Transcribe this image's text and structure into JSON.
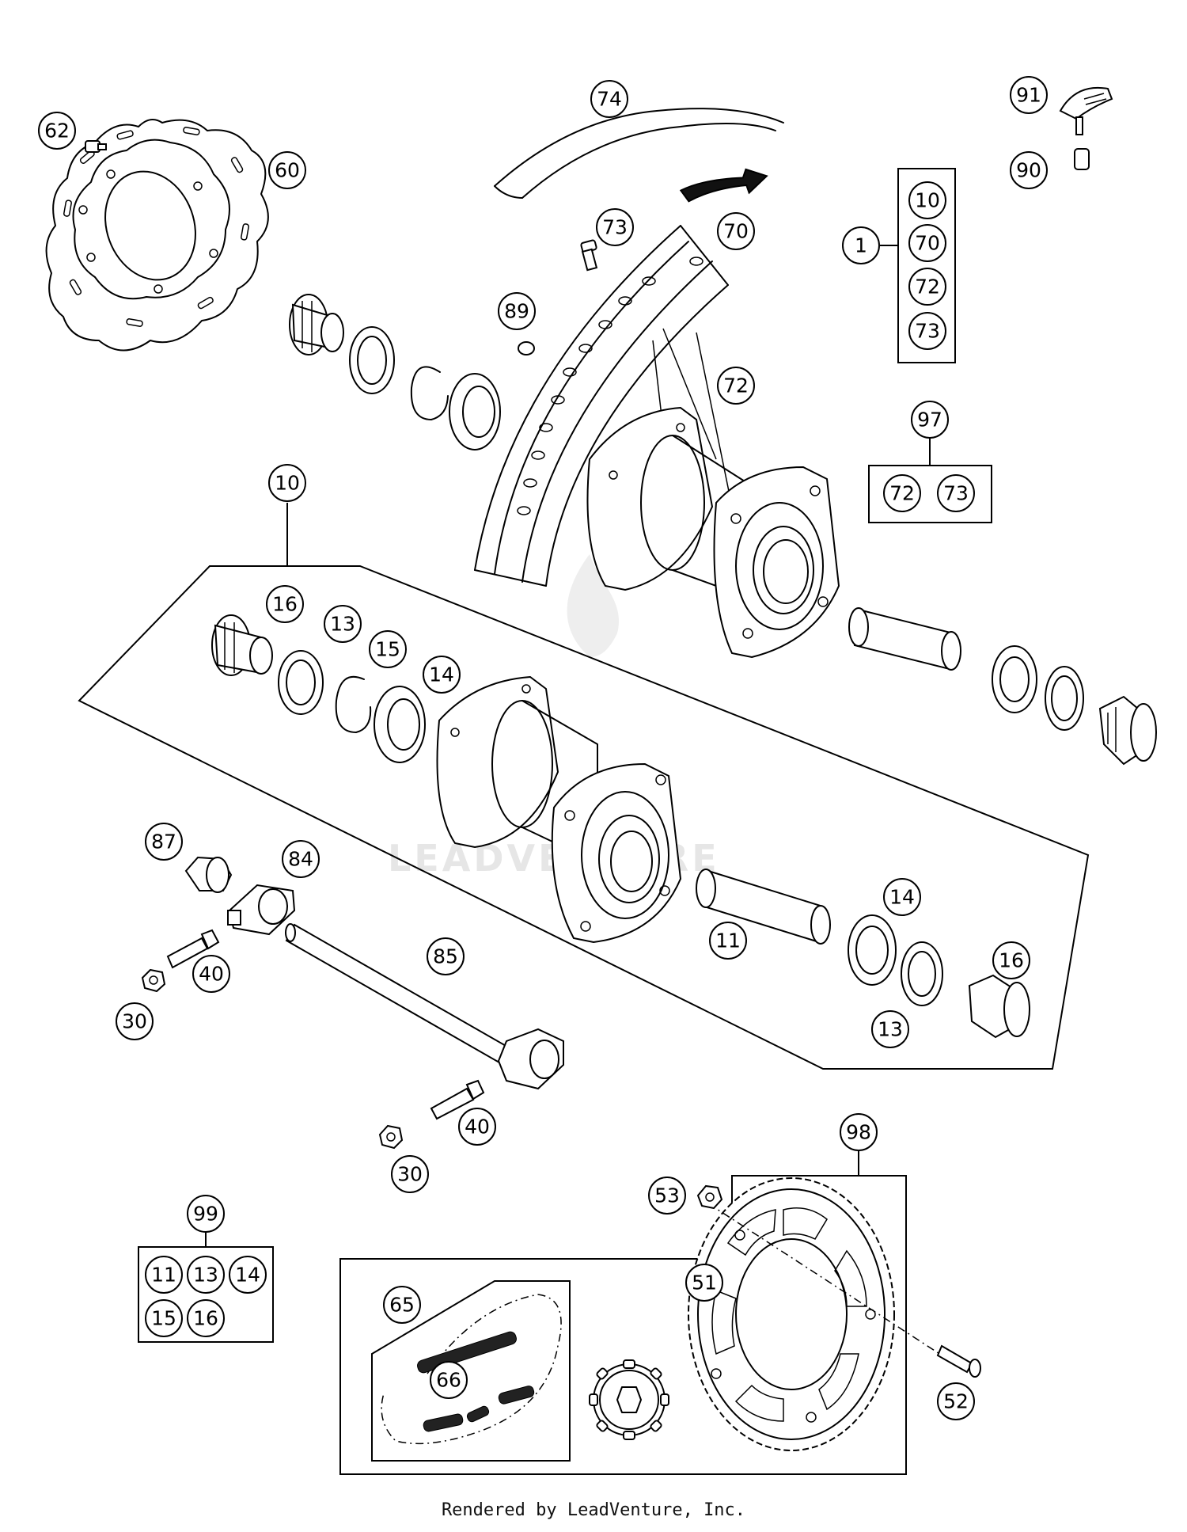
{
  "diagram": {
    "callouts": [
      {
        "id": "c62",
        "label": "62"
      },
      {
        "id": "c60",
        "label": "60"
      },
      {
        "id": "c74",
        "label": "74"
      },
      {
        "id": "c91",
        "label": "91"
      },
      {
        "id": "c90",
        "label": "90"
      },
      {
        "id": "c73a",
        "label": "73"
      },
      {
        "id": "c70a",
        "label": "70"
      },
      {
        "id": "c89",
        "label": "89"
      },
      {
        "id": "c72a",
        "label": "72"
      },
      {
        "id": "c1",
        "label": "1"
      },
      {
        "id": "c10k",
        "label": "10"
      },
      {
        "id": "c70k",
        "label": "70"
      },
      {
        "id": "c72k",
        "label": "72"
      },
      {
        "id": "c73k",
        "label": "73"
      },
      {
        "id": "c97",
        "label": "97"
      },
      {
        "id": "c72s",
        "label": "72"
      },
      {
        "id": "c73s",
        "label": "73"
      },
      {
        "id": "c10",
        "label": "10"
      },
      {
        "id": "c16a",
        "label": "16"
      },
      {
        "id": "c13a",
        "label": "13"
      },
      {
        "id": "c15",
        "label": "15"
      },
      {
        "id": "c14a",
        "label": "14"
      },
      {
        "id": "c87",
        "label": "87"
      },
      {
        "id": "c84",
        "label": "84"
      },
      {
        "id": "c40a",
        "label": "40"
      },
      {
        "id": "c30a",
        "label": "30"
      },
      {
        "id": "c85",
        "label": "85"
      },
      {
        "id": "c11",
        "label": "11"
      },
      {
        "id": "c14b",
        "label": "14"
      },
      {
        "id": "c16b",
        "label": "16"
      },
      {
        "id": "c13b",
        "label": "13"
      },
      {
        "id": "c40b",
        "label": "40"
      },
      {
        "id": "c30b",
        "label": "30"
      },
      {
        "id": "c98",
        "label": "98"
      },
      {
        "id": "c53",
        "label": "53"
      },
      {
        "id": "c99",
        "label": "99"
      },
      {
        "id": "c11k",
        "label": "11"
      },
      {
        "id": "c13k",
        "label": "13"
      },
      {
        "id": "c14k",
        "label": "14"
      },
      {
        "id": "c15k",
        "label": "15"
      },
      {
        "id": "c16k",
        "label": "16"
      },
      {
        "id": "c65",
        "label": "65"
      },
      {
        "id": "c51",
        "label": "51"
      },
      {
        "id": "c66",
        "label": "66"
      },
      {
        "id": "c52",
        "label": "52"
      }
    ],
    "watermark": "LEADVENTURE",
    "footer": "Rendered by LeadVenture, Inc."
  }
}
